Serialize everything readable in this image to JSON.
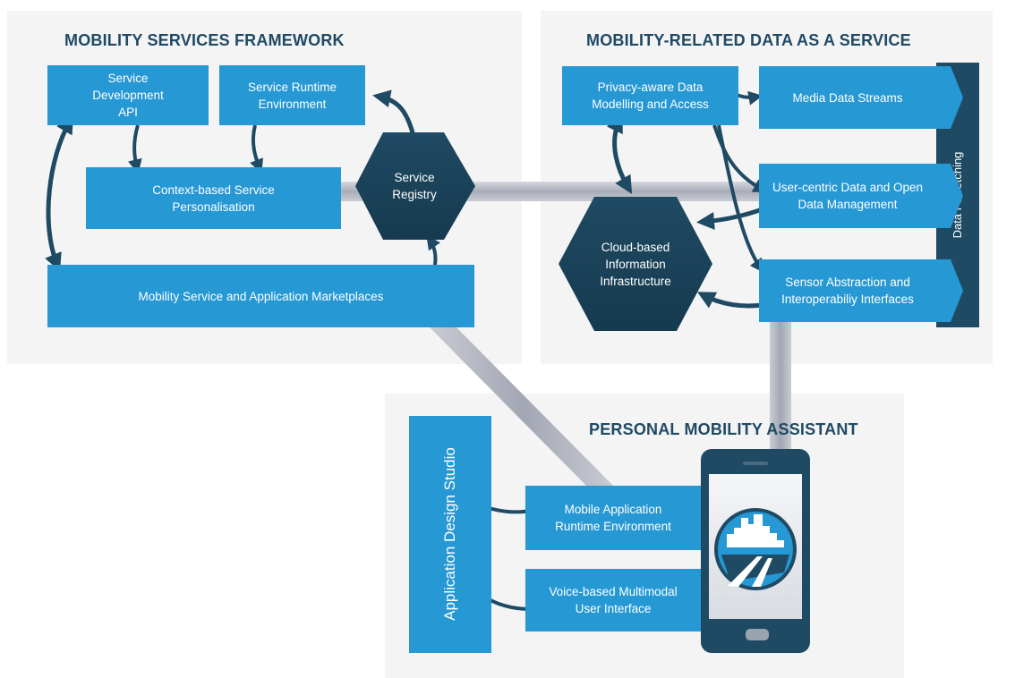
{
  "frameworks": {
    "msf_title": "MOBILITY SERVICES FRAMEWORK",
    "daas_title": "MOBILITY-RELATED DATA AS A SERVICE",
    "pma_title": "PERSONAL MOBILITY ASSISTANT"
  },
  "msf": {
    "dev_api": "Service Development API",
    "runtime": "Service Runtime Environment",
    "personalisation": "Context-based Service Personalisation",
    "registry": "Service Registry",
    "marketplaces": "Mobility Service and Application Marketplaces"
  },
  "daas": {
    "privacy": "Privacy-aware Data Modelling and Access",
    "media": "Media Data Streams",
    "user_data": "User-centric Data and Open Data Management",
    "sensor": "Sensor Abstraction and Interoperabiliy Interfaces",
    "cloud": "Cloud-based Information Infrastructure",
    "prefetch": "Data Prefetching"
  },
  "pma": {
    "studio": "Application Design Studio",
    "mobile_runtime": "Mobile Application Runtime Environment",
    "voice": "Voice-based Multimodal User Interface"
  },
  "colors": {
    "box_blue": "#2698d4",
    "dark_navy": "#1f4a63",
    "panel_bg": "#f4f4f5",
    "connector_gray": "#b9bcc6"
  }
}
